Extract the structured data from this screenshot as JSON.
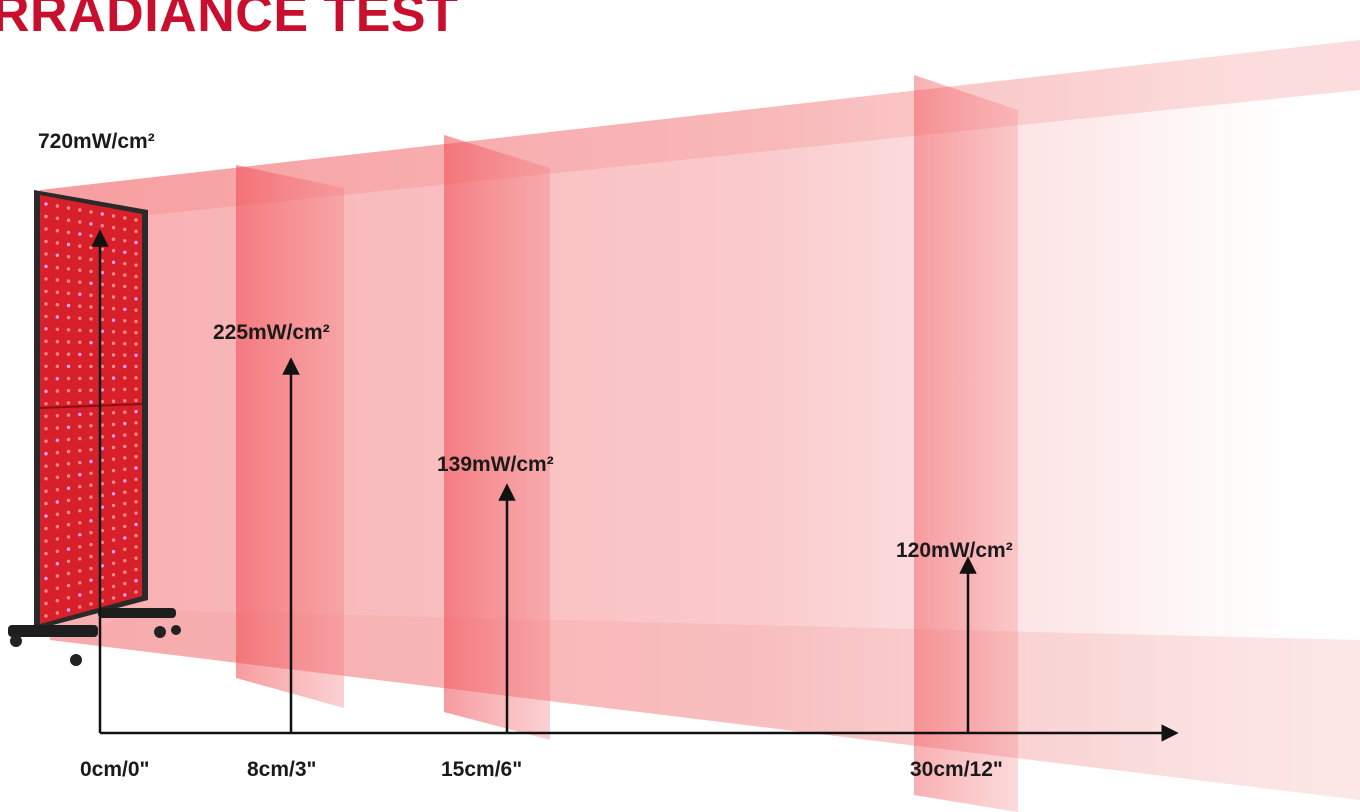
{
  "title": "RRADIANCE TEST",
  "colors": {
    "title": "#c8102e",
    "beam": "#f04a50",
    "panel_body": "#d8202a",
    "panel_frame": "#2a2a2a",
    "axis": "#111111"
  },
  "device": {
    "icon": "red-light-therapy-panel-icon"
  },
  "measurements": [
    {
      "distance": "0cm/0\"",
      "irradiance": "720mW/cm²"
    },
    {
      "distance": "8cm/3\"",
      "irradiance": "225mW/cm²"
    },
    {
      "distance": "15cm/6\"",
      "irradiance": "139mW/cm²"
    },
    {
      "distance": "30cm/12\"",
      "irradiance": "120mW/cm²"
    }
  ]
}
